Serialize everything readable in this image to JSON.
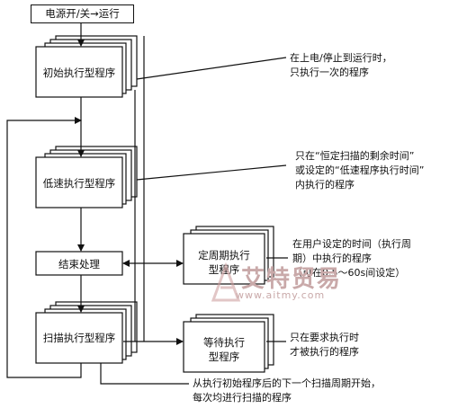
{
  "start": "电源开/关→运行",
  "boxes": {
    "init": "初始执行型程序",
    "low": "低速执行型程序",
    "end": "结束处理",
    "periodic_line1": "定周期执行",
    "periodic_line2": "型程序",
    "scan": "扫描执行型程序",
    "wait_line1": "等待执行",
    "wait_line2": "型程序"
  },
  "notes": {
    "init": [
      "在上电/停止到运行时，",
      "只执行一次的程序"
    ],
    "low": [
      "只在“恒定扫描的剩余时间”",
      "或设定的“低速程序执行时间”",
      "内执行的程序"
    ],
    "periodic": [
      "在用户设定的时间（执行周",
      "期）中执行的程序",
      "（可在0.5～60s间设定）"
    ],
    "wait": [
      "只在要求执行时",
      "才被执行的程序"
    ],
    "scan": [
      "从执行初始程序后的下一个扫描周期开始，",
      "每次均进行扫描的程序"
    ]
  },
  "watermark": {
    "text": "艾特贸易",
    "url": "www.aitmy.com"
  }
}
